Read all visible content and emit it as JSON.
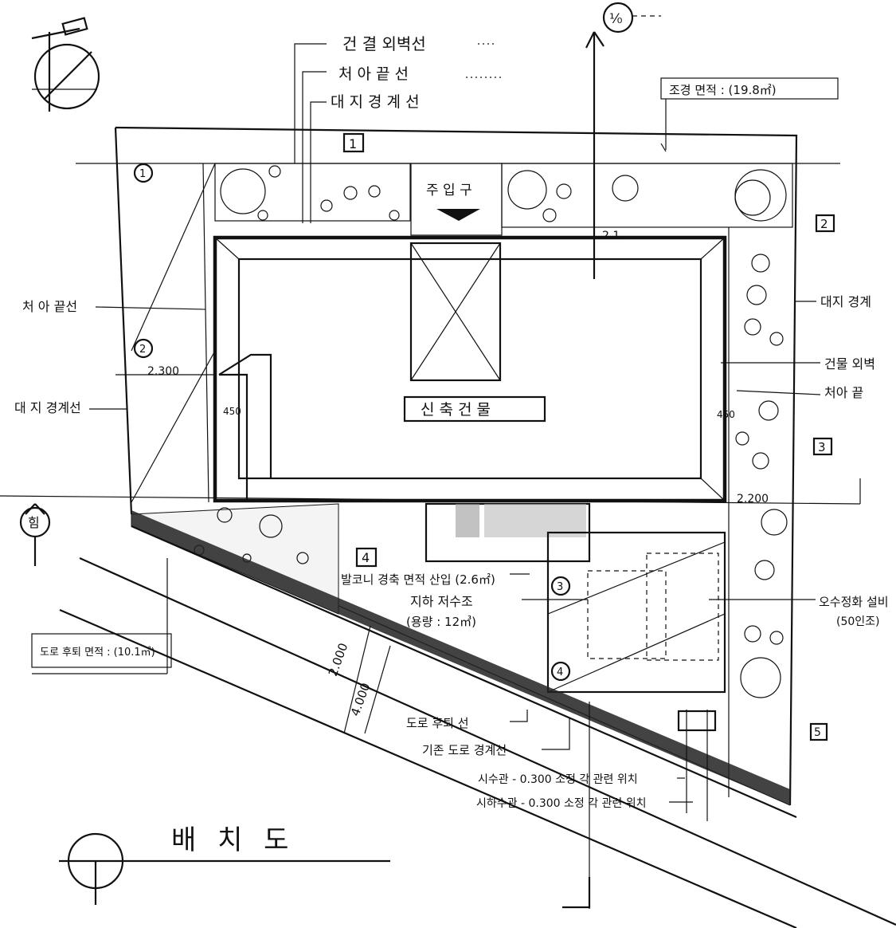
{
  "title": "배  치  도",
  "north_marker": "¹⁄₀",
  "road_marker": "힘",
  "labels": {
    "building_outer_wall": "건 결 외벽선",
    "setback_line_top": "처 아 끝 선",
    "site_boundary_top": "대 지 경 계 선",
    "landscape_area_top": "조경 면적 : (19.8㎡)",
    "setback_line_left": "처 아 끝선",
    "site_boundary_left": "대 지 경계선",
    "site_boundary_right": "대지 경계",
    "building_outer_wall_right": "건물 외벽",
    "setback_line_right": "처아 끝",
    "entrance": "주 입 구",
    "existing_building": "신 축 건 물",
    "balcony_area": "발코니 경축 면적 산입 (2.6㎡)",
    "basement_storage": "지하 저수조",
    "basement_capacity": "(용량 : 12㎥)",
    "septic_tank": "오수정화 설비",
    "septic_capacity": "(50인조)",
    "landscape_area_bottom": "도로 후퇴 면적 : (10.1㎡)",
    "road_setback_line": "도로 후퇴 선",
    "road_boundary_line": "기존 도로 경계선",
    "water_pipe": "시수관 - 0.300 소정 각 관련 위치",
    "sewer_pipe": "시하수관 - 0.300 소정 각 관련 위치"
  },
  "dimensions": {
    "left_offset": "2.300",
    "right_offset": "2.200",
    "small_a": "450",
    "small_b": "450",
    "road_width_a": "2.000",
    "road_width_b": "4.000",
    "top_dim": "2.1"
  },
  "callouts": [
    "1",
    "2",
    "3",
    "4",
    "5"
  ],
  "circled": [
    "1",
    "2",
    "3",
    "4"
  ]
}
